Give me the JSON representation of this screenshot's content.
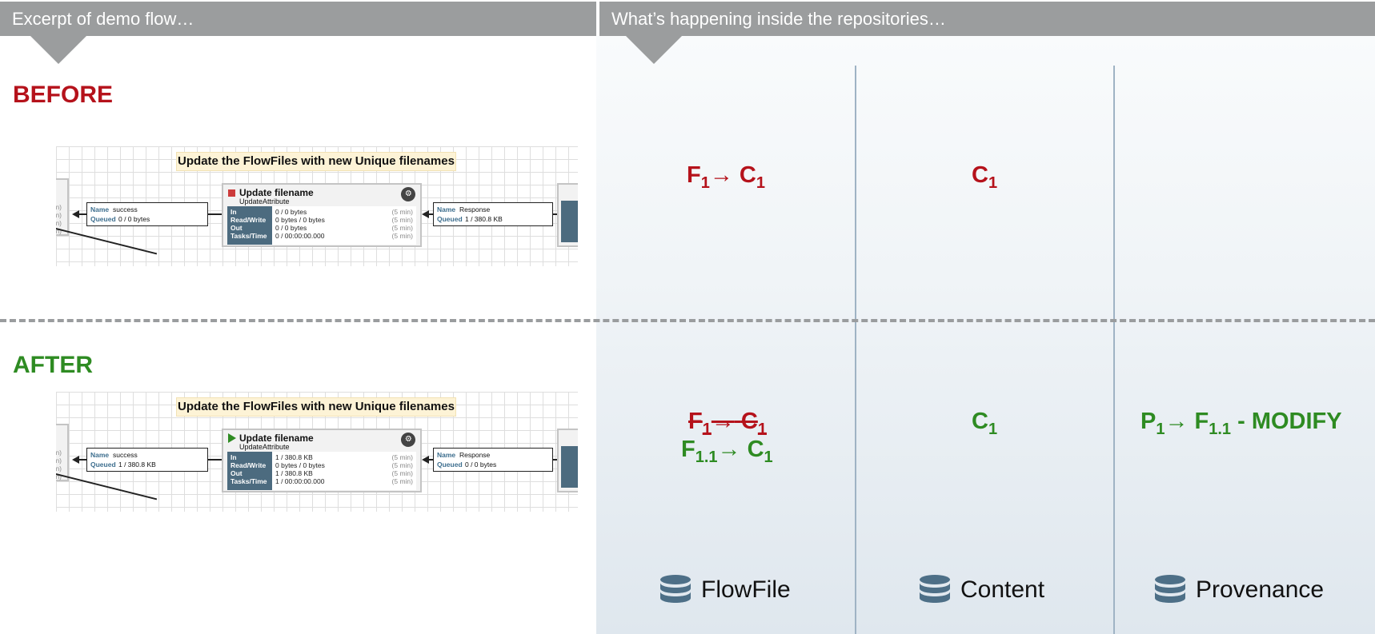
{
  "headers": {
    "left": "Excerpt of demo flow…",
    "right": "What’s happening inside the repositories…"
  },
  "states": {
    "before": "BEFORE",
    "after": "AFTER"
  },
  "flow": {
    "label": "Update the FlowFiles with new Unique filenames",
    "processor_name": "Update filename",
    "processor_type": "UpdateAttribute",
    "stat_keys": [
      "In",
      "Read/Write",
      "Out",
      "Tasks/Time"
    ],
    "window": "(5 min)",
    "before_stats": [
      "0 / 0 bytes",
      "0 bytes / 0 bytes",
      "0 / 0 bytes",
      "0 / 00:00:00.000"
    ],
    "after_stats": [
      "1 / 380.8 KB",
      "0 bytes / 0 bytes",
      "1 / 380.8 KB",
      "1 / 00:00:00.000"
    ],
    "conn_name_key": "Name",
    "conn_queued_key": "Queued",
    "success_name": "success",
    "response_name": "Response",
    "before_success_queued": "0 / 0 bytes",
    "before_response_queued": "1 / 380.8 KB",
    "after_success_queued": "1 / 380.8 KB",
    "after_response_queued": "0 / 0 bytes"
  },
  "repositories": [
    {
      "name": "FlowFile",
      "icon": "database-icon"
    },
    {
      "name": "Content",
      "icon": "database-icon"
    },
    {
      "name": "Provenance",
      "icon": "database-icon"
    }
  ],
  "formulas": {
    "arrow": "→",
    "before_flowfile": {
      "f": "F",
      "fs": "1",
      "c": "C",
      "cs": "1"
    },
    "before_content": {
      "c": "C",
      "cs": "1"
    },
    "after_flowfile_old": {
      "f": "F",
      "fs": "1",
      "c": "C",
      "cs": "1"
    },
    "after_flowfile_new": {
      "f": "F",
      "fs": "1.1",
      "c": "C",
      "cs": "1"
    },
    "after_content": {
      "c": "C",
      "cs": "1"
    },
    "after_provenance": {
      "p": "P",
      "ps": "1",
      "f": "F",
      "fs": "1.1",
      "suffix": "- MODIFY"
    }
  },
  "colors": {
    "before": "#b5121b",
    "after": "#2e8b22",
    "header": "#9b9d9e"
  }
}
